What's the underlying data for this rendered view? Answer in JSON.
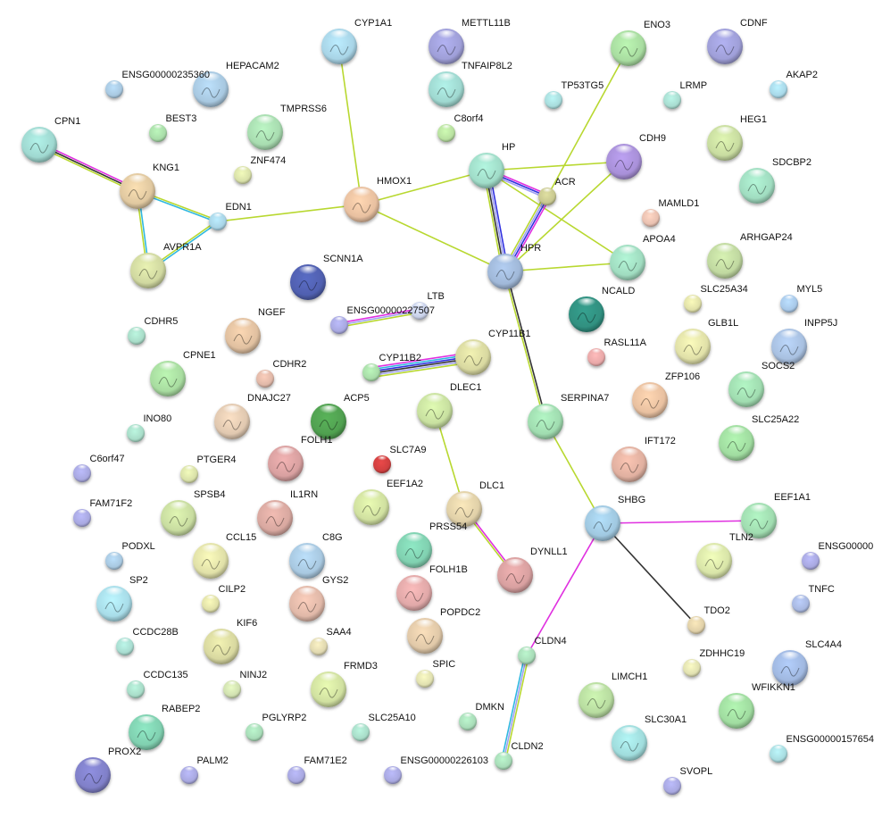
{
  "nodes": [
    {
      "id": "CYP1A1",
      "color": "#a8d4e6"
    },
    {
      "id": "METTL11B",
      "color": "#9f9fd8"
    },
    {
      "id": "TNFAIP8L2",
      "color": "#9fd8d0"
    },
    {
      "id": "ENSG00000235360",
      "color": "#a8c8e0"
    },
    {
      "id": "HEPACAM2",
      "color": "#a8c8e0"
    },
    {
      "id": "BEST3",
      "color": "#a8dca8"
    },
    {
      "id": "TMPRSS6",
      "color": "#a8dcb0"
    },
    {
      "id": "CPN1",
      "color": "#9fd8d0"
    },
    {
      "id": "ZNF474",
      "color": "#d8e0a8"
    },
    {
      "id": "C8orf4",
      "color": "#b8e0a0"
    },
    {
      "id": "KNG1",
      "color": "#e0c8a0"
    },
    {
      "id": "EDN1",
      "color": "#a8d4e6"
    },
    {
      "id": "HMOX1",
      "color": "#e8c0a0"
    },
    {
      "id": "AVPR1A",
      "color": "#d0d8a0"
    },
    {
      "id": "SCNN1A",
      "color": "#5060b0"
    },
    {
      "id": "ENSG00000227507",
      "color": "#a8a8e0"
    },
    {
      "id": "LTB",
      "color": "#c8d0e8"
    },
    {
      "id": "CDHR5",
      "color": "#a8dcc8"
    },
    {
      "id": "NGEF",
      "color": "#e0c0a0"
    },
    {
      "id": "CPNE1",
      "color": "#a8dca0"
    },
    {
      "id": "CDHR2",
      "color": "#e0b8a8"
    },
    {
      "id": "CYP11B2",
      "color": "#a8dca8"
    },
    {
      "id": "CYP11B1",
      "color": "#d8d8a0"
    },
    {
      "id": "DNAJC27",
      "color": "#e0c8b0"
    },
    {
      "id": "ACP5",
      "color": "#50a050"
    },
    {
      "id": "DLEC1",
      "color": "#c8e0a0"
    },
    {
      "id": "INO80",
      "color": "#a8dcc8"
    },
    {
      "id": "FOLH1",
      "color": "#d8a0a0"
    },
    {
      "id": "SLC7A9",
      "color": "#d04040"
    },
    {
      "id": "C6orf47",
      "color": "#a8a8e0"
    },
    {
      "id": "PTGER4",
      "color": "#d8e0a8"
    },
    {
      "id": "SPSB4",
      "color": "#c8dca0"
    },
    {
      "id": "IL1RN",
      "color": "#d8a8a0"
    },
    {
      "id": "EEF1A2",
      "color": "#d0e0a0"
    },
    {
      "id": "DLC1",
      "color": "#e0d0a8"
    },
    {
      "id": "FAM71F2",
      "color": "#a8a8e0"
    },
    {
      "id": "PODXL",
      "color": "#a8c8e0"
    },
    {
      "id": "CCL15",
      "color": "#e0e0a8"
    },
    {
      "id": "C8G",
      "color": "#a8c8e0"
    },
    {
      "id": "PRSS54",
      "color": "#80d0b0"
    },
    {
      "id": "DYNLL1",
      "color": "#d8a0a0"
    },
    {
      "id": "SP2",
      "color": "#a8dce8"
    },
    {
      "id": "CILP2",
      "color": "#e0e0a8"
    },
    {
      "id": "GYS2",
      "color": "#e0b8a8"
    },
    {
      "id": "FOLH1B",
      "color": "#e0a8a8"
    },
    {
      "id": "POPDC2",
      "color": "#e0c8a8"
    },
    {
      "id": "CCDC28B",
      "color": "#a8dcd0"
    },
    {
      "id": "KIF6",
      "color": "#d8d8a0"
    },
    {
      "id": "SAA4",
      "color": "#e0d8b0"
    },
    {
      "id": "CCDC135",
      "color": "#a8dcc8"
    },
    {
      "id": "NINJ2",
      "color": "#d0e0b0"
    },
    {
      "id": "FRMD3",
      "color": "#d0e0a0"
    },
    {
      "id": "SPIC",
      "color": "#e0e0b0"
    },
    {
      "id": "RABEP2",
      "color": "#80d0b0"
    },
    {
      "id": "PGLYRP2",
      "color": "#a8dcb8"
    },
    {
      "id": "SLC25A10",
      "color": "#a8dcc8"
    },
    {
      "id": "DMKN",
      "color": "#a8dcb8"
    },
    {
      "id": "PROX2",
      "color": "#8080c8"
    },
    {
      "id": "PALM2",
      "color": "#a8a8e0"
    },
    {
      "id": "FAM71E2",
      "color": "#a8a8e0"
    },
    {
      "id": "ENSG00000226103",
      "color": "#a8a8e0"
    },
    {
      "id": "CLDN2",
      "color": "#a8dcb8"
    },
    {
      "id": "CLDN4",
      "color": "#a8dcb8"
    },
    {
      "id": "ENO3",
      "color": "#a8dca0"
    },
    {
      "id": "CDNF",
      "color": "#9f9fd8"
    },
    {
      "id": "TP53TG5",
      "color": "#a8dcdc"
    },
    {
      "id": "LRMP",
      "color": "#a8dcd0"
    },
    {
      "id": "AKAP2",
      "color": "#a8d8e8"
    },
    {
      "id": "HEG1",
      "color": "#c8dca0"
    },
    {
      "id": "HP",
      "color": "#a0dcc8"
    },
    {
      "id": "CDH9",
      "color": "#a890d8"
    },
    {
      "id": "ACR",
      "color": "#c8c890"
    },
    {
      "id": "SDCBP2",
      "color": "#a0dcc0"
    },
    {
      "id": "MAMLD1",
      "color": "#e8c0b0"
    },
    {
      "id": "APOA4",
      "color": "#a0dcc0"
    },
    {
      "id": "HPR",
      "color": "#a0b8d8"
    },
    {
      "id": "ARHGAP24",
      "color": "#c0d8a0"
    },
    {
      "id": "NCALD",
      "color": "#309080"
    },
    {
      "id": "SLC25A34",
      "color": "#e0e0a8"
    },
    {
      "id": "MYL5",
      "color": "#a8c8e8"
    },
    {
      "id": "GLB1L",
      "color": "#e0e0a8"
    },
    {
      "id": "INPP5J",
      "color": "#a8c0e0"
    },
    {
      "id": "RASL11A",
      "color": "#e8a8a8"
    },
    {
      "id": "SOCS2",
      "color": "#a0dcb0"
    },
    {
      "id": "ZFP106",
      "color": "#e8c0a0"
    },
    {
      "id": "SERPINA7",
      "color": "#a0dcb0"
    },
    {
      "id": "SLC25A22",
      "color": "#a0dca0"
    },
    {
      "id": "IFT172",
      "color": "#e0b0a0"
    },
    {
      "id": "SHBG",
      "color": "#a0c8e0"
    },
    {
      "id": "EEF1A1",
      "color": "#a0dcb0"
    },
    {
      "id": "TLN2",
      "color": "#d8e4a8"
    },
    {
      "id": "ENSG00000",
      "color": "#a8a8e0"
    },
    {
      "id": "TNFC",
      "color": "#a8b8e0"
    },
    {
      "id": "TDO2",
      "color": "#e0d0a8"
    },
    {
      "id": "ZDHHC19",
      "color": "#e0e0b0"
    },
    {
      "id": "SLC4A4",
      "color": "#a0b8e0"
    },
    {
      "id": "LIMCH1",
      "color": "#b8dca0"
    },
    {
      "id": "WFIKKN1",
      "color": "#a0dca0"
    },
    {
      "id": "SLC30A1",
      "color": "#a0dcdc"
    },
    {
      "id": "ENSG00000157654",
      "color": "#a8dce0"
    },
    {
      "id": "SVOPL",
      "color": "#a8a8e0"
    }
  ],
  "edges": [
    {
      "a": "CPN1",
      "b": "KNG1",
      "colors": [
        "#e030e0",
        "#333333",
        "#b8d830"
      ]
    },
    {
      "a": "KNG1",
      "b": "EDN1",
      "colors": [
        "#b8d830",
        "#30b8e0"
      ]
    },
    {
      "a": "KNG1",
      "b": "AVPR1A",
      "colors": [
        "#30b8e0",
        "#b8d830"
      ]
    },
    {
      "a": "AVPR1A",
      "b": "EDN1",
      "colors": [
        "#b8d830",
        "#30b8e0"
      ]
    },
    {
      "a": "EDN1",
      "b": "HMOX1",
      "colors": [
        "#b8d830"
      ]
    },
    {
      "a": "CYP1A1",
      "b": "HMOX1",
      "colors": [
        "#b8d830"
      ]
    },
    {
      "a": "HMOX1",
      "b": "HP",
      "colors": [
        "#b8d830"
      ]
    },
    {
      "a": "HMOX1",
      "b": "HPR",
      "colors": [
        "#b8d830"
      ]
    },
    {
      "a": "HP",
      "b": "CDH9",
      "colors": [
        "#b8d830"
      ]
    },
    {
      "a": "HP",
      "b": "ACR",
      "colors": [
        "#e030e0",
        "#3030e0",
        "#a0a0f0"
      ]
    },
    {
      "a": "HP",
      "b": "HPR",
      "colors": [
        "#3030e0",
        "#a0a0f0",
        "#333333",
        "#b8d830"
      ]
    },
    {
      "a": "HP",
      "b": "APOA4",
      "colors": [
        "#b8d830"
      ]
    },
    {
      "a": "ACR",
      "b": "ENO3",
      "colors": [
        "#b8d830"
      ]
    },
    {
      "a": "ACR",
      "b": "HPR",
      "colors": [
        "#e030e0",
        "#3030e0",
        "#a0a0f0",
        "#b8d830"
      ]
    },
    {
      "a": "HPR",
      "b": "CDH9",
      "colors": [
        "#b8d830"
      ]
    },
    {
      "a": "HPR",
      "b": "APOA4",
      "colors": [
        "#b8d830"
      ]
    },
    {
      "a": "HPR",
      "b": "SERPINA7",
      "colors": [
        "#333333",
        "#b8d830"
      ]
    },
    {
      "a": "SERPINA7",
      "b": "SHBG",
      "colors": [
        "#b8d830"
      ]
    },
    {
      "a": "SHBG",
      "b": "EEF1A1",
      "colors": [
        "#e030e0"
      ]
    },
    {
      "a": "SHBG",
      "b": "TDO2",
      "colors": [
        "#333333"
      ]
    },
    {
      "a": "SHBG",
      "b": "CLDN4",
      "colors": [
        "#e030e0"
      ]
    },
    {
      "a": "CLDN4",
      "b": "CLDN2",
      "colors": [
        "#b8d830",
        "#a0a0f0",
        "#30b8e0"
      ]
    },
    {
      "a": "DLEC1",
      "b": "DLC1",
      "colors": [
        "#b8d830"
      ]
    },
    {
      "a": "DLC1",
      "b": "DYNLL1",
      "colors": [
        "#e030e0",
        "#b8d830"
      ]
    },
    {
      "a": "ENSG00000227507",
      "b": "LTB",
      "colors": [
        "#e030e0",
        "#a0a0f0",
        "#b8d830"
      ]
    },
    {
      "a": "CYP11B2",
      "b": "CYP11B1",
      "colors": [
        "#e030e0",
        "#30b8e0",
        "#3030e0",
        "#333333",
        "#a0a0f0",
        "#b8d830"
      ]
    }
  ]
}
